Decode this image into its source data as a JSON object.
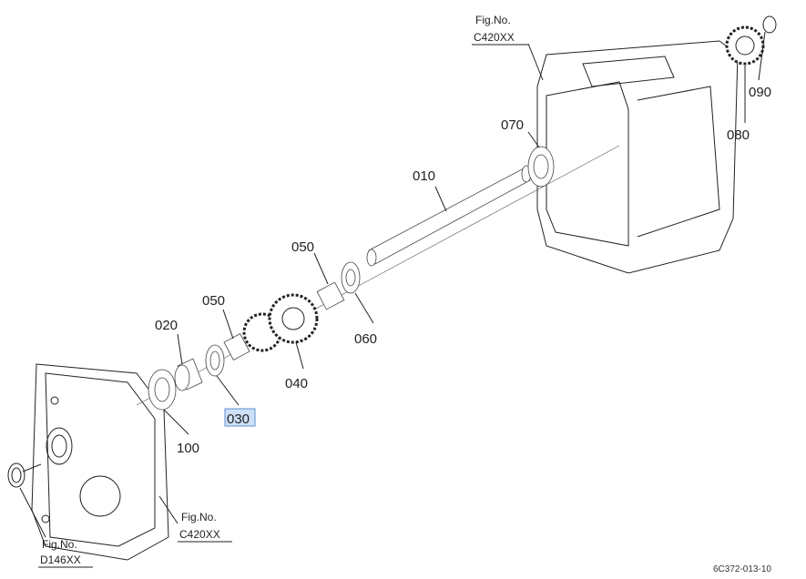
{
  "diagram": {
    "parts": {
      "p010": "010",
      "p020": "020",
      "p030": "030",
      "p040": "040",
      "p050a": "050",
      "p050b": "050",
      "p060": "060",
      "p070": "070",
      "p080": "080",
      "p090": "090",
      "p100": "100"
    },
    "selected_part": "030",
    "refs": {
      "top_right": {
        "label": "Fig.No.",
        "code": "C420XX"
      },
      "bottom_mid": {
        "label": "Fig.No.",
        "code": "C420XX"
      },
      "bottom_left": {
        "label": "Fig.No.",
        "code": "D146XX"
      }
    },
    "drawing_code": "6C372-013-10",
    "highlight_color": "#cfe0f7"
  }
}
